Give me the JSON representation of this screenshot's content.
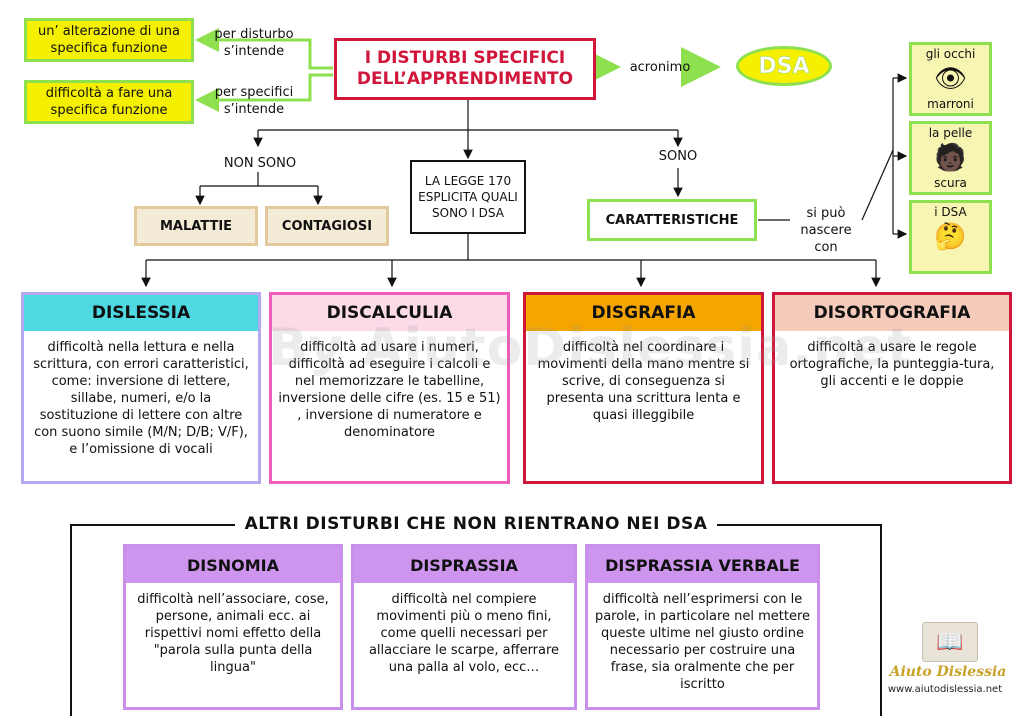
{
  "definitions": [
    {
      "text": "un’ alterazione di una specifica funzione",
      "connector": "per disturbo s’intende"
    },
    {
      "text": "difficoltà a fare una specifica funzione",
      "connector": "per specifici s’intende"
    }
  ],
  "title": "I DISTURBI SPECIFICI DELL’APPRENDIMENTO",
  "acronym_label": "acronimo",
  "acronym": "DSA",
  "non_sono": {
    "label": "NON SONO",
    "items": [
      "MALATTIE",
      "CONTAGIOSI"
    ]
  },
  "law": "LA LEGGE 170 ESPLICITA QUALI SONO I DSA",
  "sono": {
    "label": "SONO",
    "item": "CARATTERISTICHE"
  },
  "born_with": "si può nascere con",
  "traits": [
    {
      "top": "gli occhi",
      "bottom": "marroni",
      "icon": "eye-icon"
    },
    {
      "top": "la pelle",
      "bottom": "scura",
      "icon": "face-icon"
    },
    {
      "top": "i DSA",
      "bottom": "",
      "icon": "thinking-child-icon"
    }
  ],
  "watermark": "By AiutoDislessia.net",
  "disorders": [
    {
      "name": "DISLESSIA",
      "desc": "difficoltà nella lettura e nella scrittura, con errori caratteristici, come: inversione di lettere, sillabe, numeri, e/o la sostituzione di lettere con altre con suono simile (M/N;  D/B;  V/F), e l’omissione di vocali",
      "header_color": "#4fd9e3",
      "border_color": "#b3a9ee"
    },
    {
      "name": "DISCALCULIA",
      "desc": "difficoltà ad usare i numeri, difficoltà ad eseguire i calcoli  e nel memorizzare le tabelline, inversione delle cifre (es. 15 e 51) , inversione di numeratore e denominatore",
      "header_color": "#fcdbe9",
      "border_color": "#ee5fb9"
    },
    {
      "name": "DISGRAFIA",
      "desc": "difficoltà nel coordinare i movimenti della mano mentre si scrive,  di conseguenza si presenta una scrittura lenta e quasi illeggibile",
      "header_color": "#f5a500",
      "border_color": "#d0163a"
    },
    {
      "name": "DISORTOGRAFIA",
      "desc": "difficoltà a usare le regole ortografiche, la punteggia-tura, gli accenti e le doppie",
      "header_color": "#f5cbbc",
      "border_color": "#d0163a"
    }
  ],
  "others": {
    "title": "ALTRI DISTURBI CHE NON RIENTRANO NEI DSA",
    "items": [
      {
        "name": "DISNOMIA",
        "desc": "difficoltà nell’associare, cose, persone, animali ecc. ai rispettivi nomi effetto della \"parola sulla punta della lingua\""
      },
      {
        "name": "DISPRASSIA",
        "desc": "difficoltà nel compiere movimenti più o meno fini, come quelli necessari per allacciare le scarpe, afferrare una palla al volo, ecc…"
      },
      {
        "name": "DISPRASSIA VERBALE",
        "desc": "difficoltà nell’esprimersi con le parole, in particolare nel mettere queste ultime nel giusto ordine necessario per costruire una frase, sia oralmente che per iscritto"
      }
    ]
  },
  "logo": {
    "name": "Aiuto Dislessia",
    "url": "www.aiutodislessia.net"
  }
}
